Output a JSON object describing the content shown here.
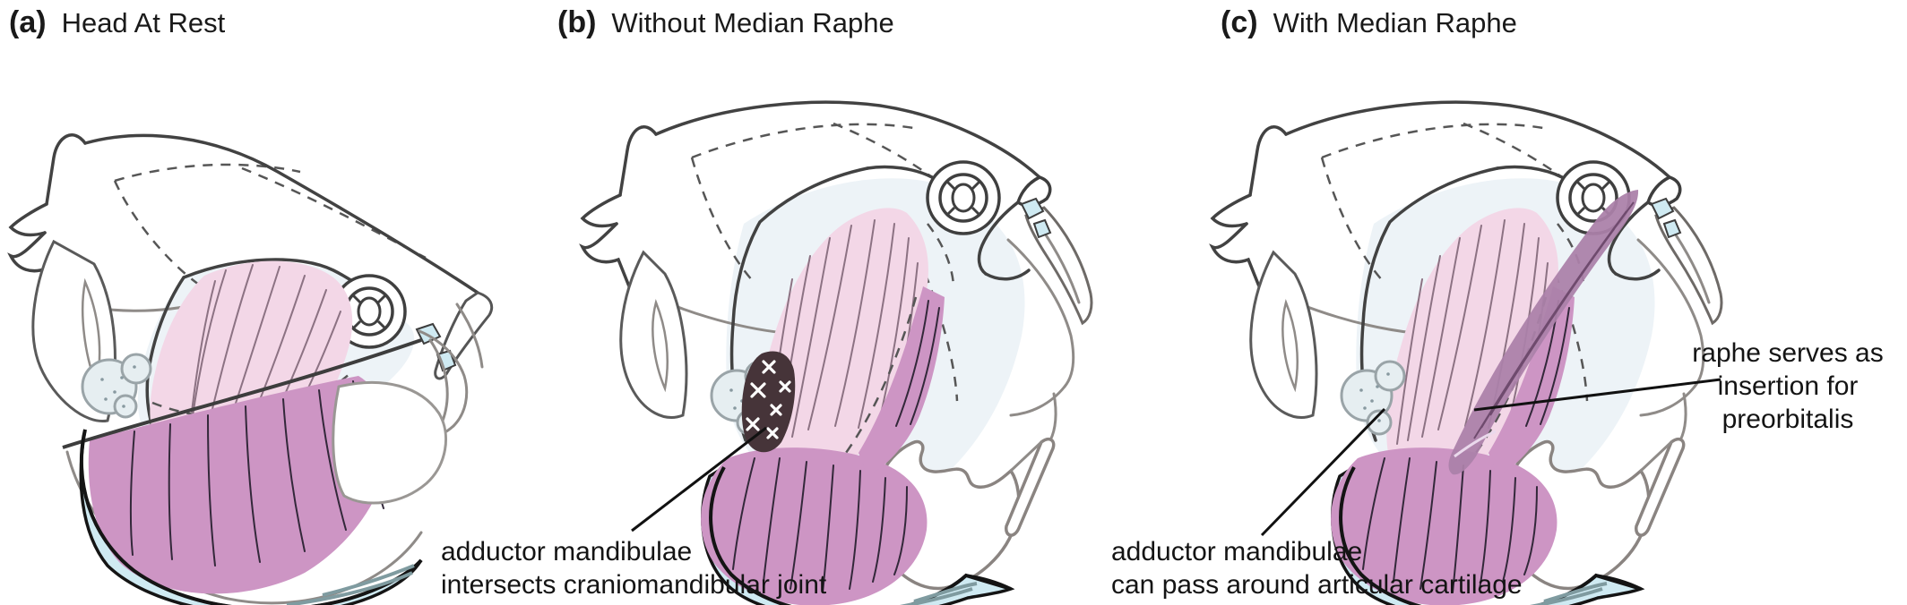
{
  "figure": {
    "background": "#ffffff",
    "panels": [
      {
        "id": "a",
        "label": "(a)",
        "title": "Head At Rest"
      },
      {
        "id": "b",
        "label": "(b)",
        "title": "Without Median Raphe",
        "annotation": {
          "line1": "adductor mandibulae",
          "line2": "intersects craniomandibular joint"
        }
      },
      {
        "id": "c",
        "label": "(c)",
        "title": "With Median Raphe",
        "annotation_raphe": {
          "line1": "raphe serves as",
          "line2": "insertion for",
          "line3": "preorbitalis"
        },
        "annotation_adductor": {
          "line1": "adductor mandibulae",
          "line2": "can pass around articular cartilage"
        }
      }
    ],
    "colors": {
      "muscle_light": "#f3d7e7",
      "muscle_dark": "#cd95c4",
      "muscle_fiber_light": "#8c7283",
      "muscle_fiber_dark": "#33283a",
      "cartilage_blue": "#cfeaf2",
      "cartilage_streak": "#7f9ba0",
      "cheek_tint": "#edf3f7",
      "articular_cartilage": "#e6eef1",
      "articular_stroke": "#9aa4a8",
      "joint_overlap_patch": "#463439",
      "raphe_band": "#ab81a9",
      "raphe_streak": "#6f4b6e",
      "outline_dark": "#3d3d3d",
      "outline_gray": "#8a8481",
      "leader": "#111111",
      "text": "#1a1a1a"
    }
  }
}
